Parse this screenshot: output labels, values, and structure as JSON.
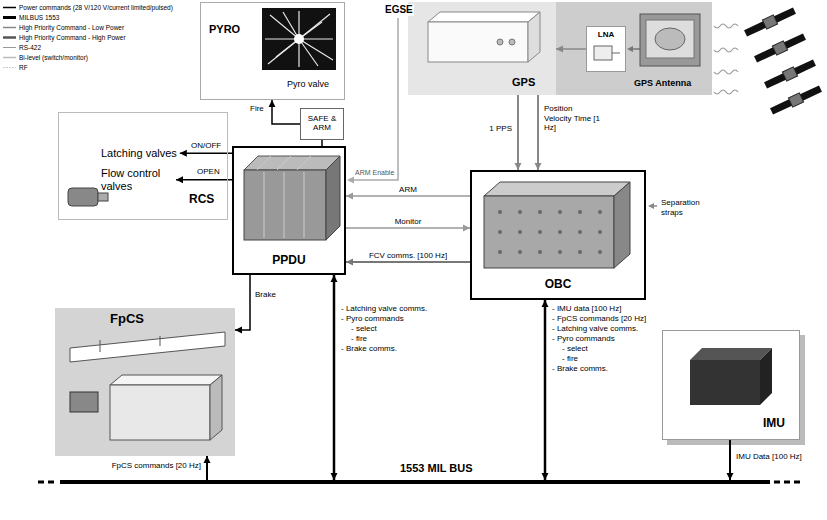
{
  "diagram": {
    "nodes": [
      {
        "text": [
          "PYRO",
          "Pyro valve"
        ]
      },
      {
        "text": [
          "SAFE & ARM"
        ]
      },
      {
        "text": [
          "GPS"
        ]
      },
      {
        "text": [
          "GPS Antenna"
        ]
      },
      {
        "text": [
          "LNA"
        ],
        "in": 3
      },
      {
        "text": [
          "RCS"
        ]
      },
      {
        "text": [
          "Latching valves"
        ],
        "in": 5
      },
      {
        "text": [
          "Flow control valves"
        ],
        "in": 5
      },
      {
        "text": [
          "PPDU"
        ]
      },
      {
        "text": [
          "OBC"
        ]
      },
      {
        "text": [
          "FpCS"
        ]
      },
      {
        "text": [
          "IMU"
        ]
      },
      {
        "text": [
          "1553 MIL BUS"
        ]
      }
    ],
    "edges": [
      {
        "from": 8,
        "to": 1,
        "arrow": "none"
      },
      {
        "from": 1,
        "to": 0,
        "label": "Fire",
        "arrow": "to"
      },
      {
        "from": 4,
        "to": 2,
        "arrow": "to"
      },
      {
        "from": 8,
        "to": 6,
        "label": "ON/OFF",
        "arrow": "to"
      },
      {
        "from": 8,
        "to": 7,
        "label": "OPEN",
        "arrow": "to"
      },
      {
        "from": 8,
        "to": 10,
        "label": "Brake",
        "arrow": "to"
      },
      {
        "from": 9,
        "to": 8,
        "label": "ARM",
        "arrow": "to"
      },
      {
        "from": 8,
        "to": 9,
        "label": "Monitor",
        "arrow": "to"
      },
      {
        "from": 9,
        "to": 8,
        "label": "FCV comms. [100 Hz]",
        "arrow": "to"
      },
      {
        "from": 2,
        "to": 9,
        "label": "1 PPS",
        "arrow": "to"
      },
      {
        "from": 2,
        "to": 9,
        "label": "Position Velocity Time [1 Hz]",
        "arrow": "to"
      },
      {
        "from": 8,
        "to": 12,
        "arrow": "both"
      },
      {
        "from": 9,
        "to": 12,
        "arrow": "both"
      },
      {
        "from": 12,
        "to": 10,
        "label": "FpCS commands [20 Hz]",
        "arrow": "to"
      },
      {
        "from": 11,
        "to": 12,
        "label": "IMU Data [100 Hz]",
        "arrow": "to"
      }
    ],
    "labels": [
      "EGSE",
      "ARM Enable",
      "Separation straps",
      "- Latching valve comms.",
      "- Pyro commands",
      "- select",
      "- fire",
      "- Brake comms.",
      "- IMU data [100 Hz]",
      "- FpCS commands [20 Hz]",
      "- Latching valve comms.",
      "- Pyro commands",
      "- select",
      "- fire",
      "- Brake comms."
    ],
    "legend": [
      {
        "text": "Power commands (28 V/120 V/current limited/pulsed)"
      },
      {
        "text": "MILBUS 1553"
      },
      {
        "text": "High Priority Command - Low Power"
      },
      {
        "text": "High Priority Command - High Power"
      },
      {
        "text": "RS-422"
      },
      {
        "text": "Bi-level (switch/monitor)"
      },
      {
        "text": "RF"
      }
    ]
  }
}
